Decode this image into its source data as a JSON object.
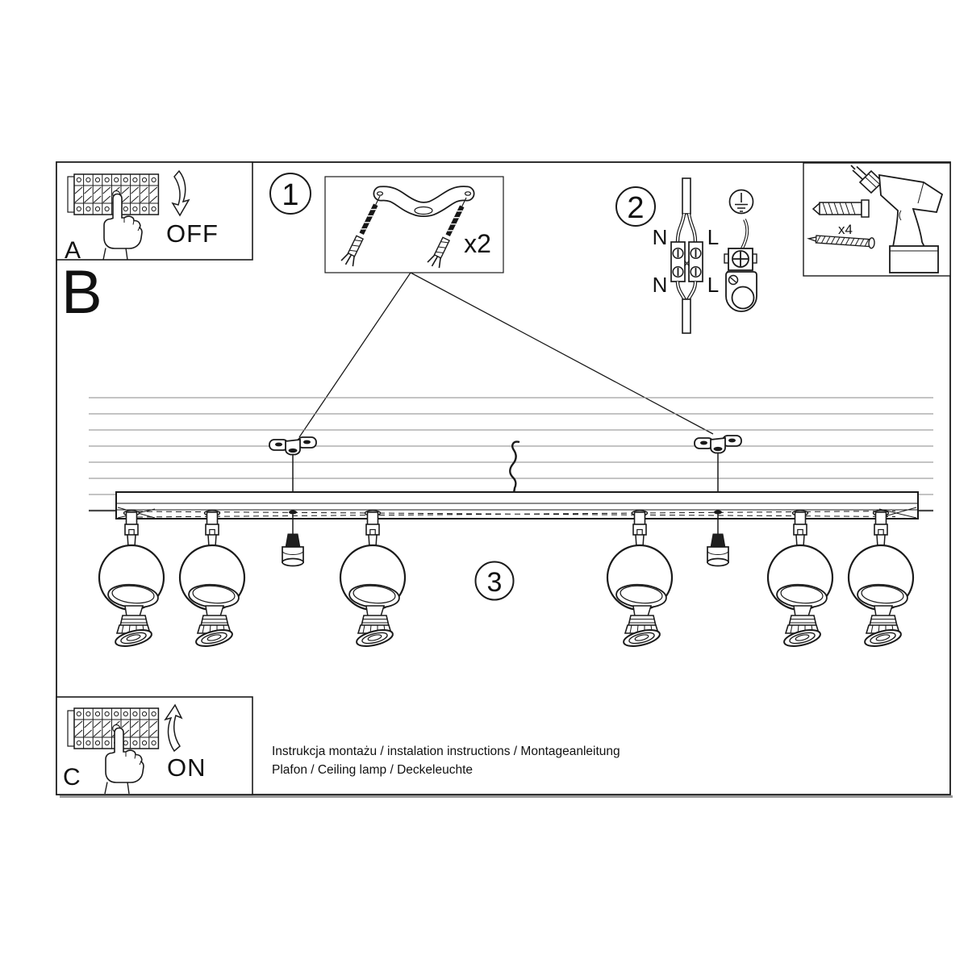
{
  "sheet": {
    "footer_line1": "Instrukcja montażu / instalation instructions / Montageanleitung",
    "footer_line2": "Plafon / Ceiling lamp / Deckeleuchte"
  },
  "labels": {
    "section_a": "A",
    "section_b": "B",
    "section_c": "C",
    "power_off": "OFF",
    "power_on": "ON"
  },
  "steps": {
    "step1": "1",
    "step2": "2",
    "step3": "3"
  },
  "quantities": {
    "brackets": "x2",
    "anchors": "x4"
  },
  "wiring": {
    "neutral_top": "N",
    "live_top": "L",
    "neutral_bottom": "N",
    "live_bottom": "L"
  },
  "icons": {
    "circuit_breaker": "breaker-panel",
    "hand_press": "pressing-hand",
    "arrow_down": "curved-arrow-down",
    "arrow_up": "curved-arrow-up",
    "mounting_bracket": "ceiling-bracket",
    "screw_anchor": "screw-with-wall-plug",
    "terminal_block": "2-pole-terminal",
    "earth": "earth-ground-symbol",
    "ground_clamp": "ground-terminal-clamp",
    "drill": "cordless-drill",
    "wall_plug": "expansion-anchor",
    "screw": "wood-screw",
    "spot_lamp": "ball-spot-light",
    "power_cable": "supply-cable",
    "mount_screw": "fixing-screw"
  },
  "colors": {
    "line": "#1a1a1a",
    "ceiling_line": "#8a8a8a",
    "background": "#ffffff"
  }
}
